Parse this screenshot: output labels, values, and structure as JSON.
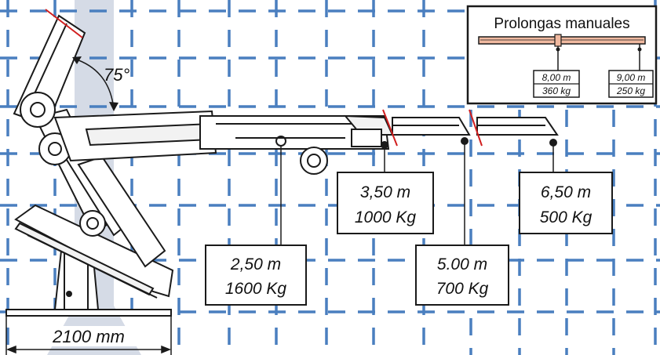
{
  "colors": {
    "grid": "#4a7fbf",
    "shadow": "#d5dbe6",
    "line": "#1a1a1a",
    "cut": "#d11f1f",
    "inset_bar": "#f0b9a0"
  },
  "angle": {
    "value": "75°"
  },
  "reaches": [
    {
      "distance": "2,50 m",
      "load": "1600 Kg"
    },
    {
      "distance": "3,50 m",
      "load": "1000 Kg"
    },
    {
      "distance": "5.00 m",
      "load": "700 Kg"
    },
    {
      "distance": "6,50 m",
      "load": "500 Kg"
    }
  ],
  "base_width": "2100 mm",
  "inset": {
    "title": "Prolongas manuales",
    "items": [
      {
        "distance": "8,00 m",
        "load": "360 kg"
      },
      {
        "distance": "9,00 m",
        "load": "250 kg"
      }
    ]
  }
}
